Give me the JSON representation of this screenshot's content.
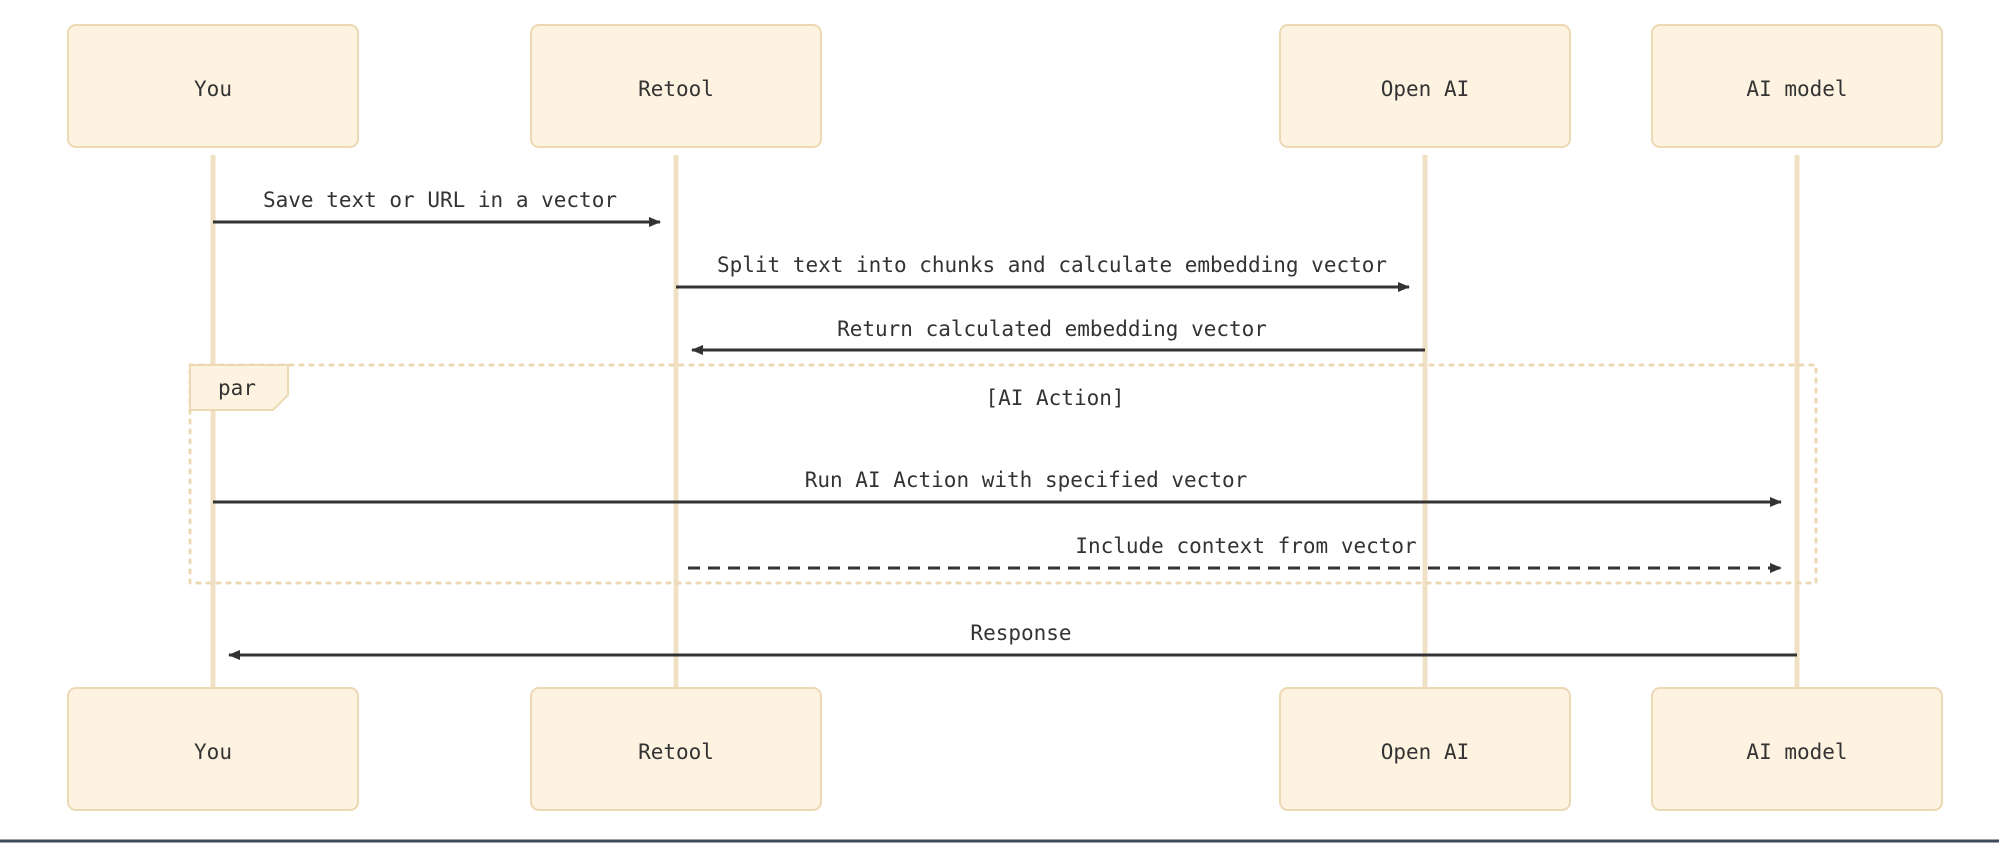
{
  "diagram": {
    "type": "sequence-diagram",
    "background_color": "#ffffff",
    "actor_box_fill": "#fdf3e0",
    "actor_box_stroke": "#ecd9b4",
    "lifeline_color": "#f0e0c4",
    "message_color": "#333333",
    "text_color": "#333333",
    "fragment_border_color": "#ecd9b4",
    "footer_rule_color": "#3c4a5a",
    "actors": [
      {
        "id": "you",
        "label": "You"
      },
      {
        "id": "retool",
        "label": "Retool"
      },
      {
        "id": "openai",
        "label": "Open AI"
      },
      {
        "id": "aimodel",
        "label": "AI model"
      }
    ],
    "actors_bottom": [
      {
        "id": "you",
        "label": "You"
      },
      {
        "id": "retool",
        "label": "Retool"
      },
      {
        "id": "openai",
        "label": "Open AI"
      },
      {
        "id": "aimodel",
        "label": "AI model"
      }
    ],
    "messages": [
      {
        "id": "m1",
        "label": "Save text or URL in a vector",
        "from": "you",
        "to": "retool",
        "direction": "right",
        "line": "solid",
        "arrow": "filled"
      },
      {
        "id": "m2",
        "label": "Split text into chunks and calculate embedding vector",
        "from": "retool",
        "to": "openai",
        "direction": "right",
        "line": "solid",
        "arrow": "filled"
      },
      {
        "id": "m3",
        "label": "Return calculated embedding vector",
        "from": "openai",
        "to": "retool",
        "direction": "left",
        "line": "solid",
        "arrow": "filled"
      },
      {
        "id": "m4",
        "label": "Run AI Action with specified vector",
        "from": "you",
        "to": "aimodel",
        "direction": "right",
        "line": "solid",
        "arrow": "filled"
      },
      {
        "id": "m5",
        "label": "Include context from vector",
        "from": "retool",
        "to": "aimodel",
        "direction": "right",
        "line": "dashed",
        "arrow": "filled"
      },
      {
        "id": "m6",
        "label": "Response",
        "from": "aimodel",
        "to": "you",
        "direction": "left",
        "line": "solid",
        "arrow": "filled"
      }
    ],
    "fragment": {
      "kind": "par",
      "title": "[AI Action]"
    }
  }
}
